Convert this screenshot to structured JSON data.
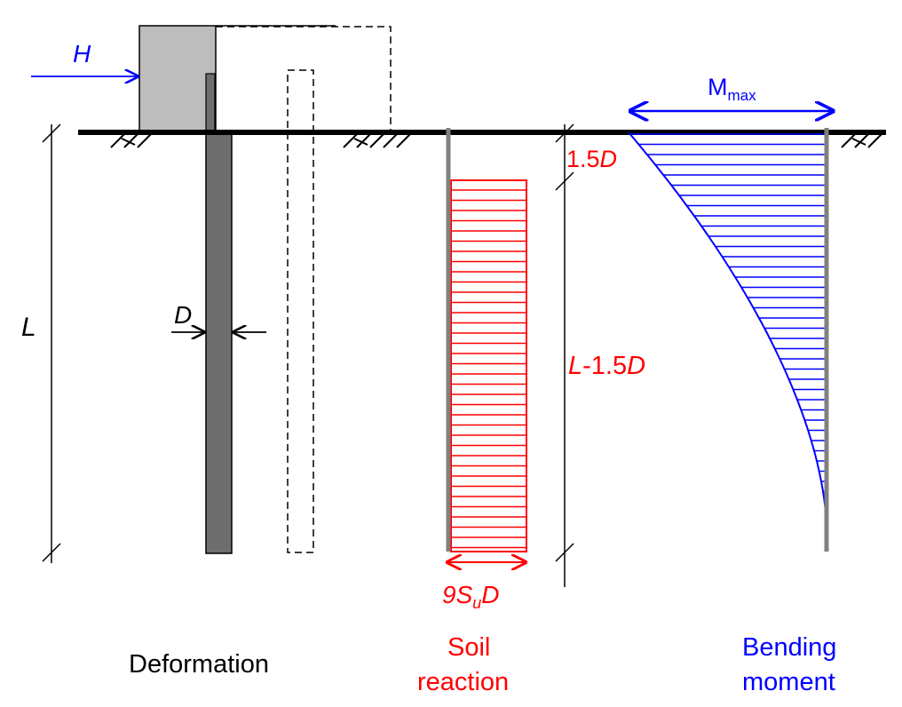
{
  "labels": {
    "force": "H",
    "length": "L",
    "diameter": "D",
    "top_zone": "1.5D",
    "lower_zone": "L-1.5D",
    "soil_pressure": "9SuD",
    "max_moment": "Mmax"
  },
  "label_parts": {
    "top_zone_num": "1.5",
    "top_zone_var": "D",
    "lower_zone_var": "L",
    "lower_zone_rest": "-1.5",
    "lower_zone_var2": "D",
    "pressure_num": "9",
    "pressure_var": "S",
    "pressure_sub": "u",
    "pressure_var2": "D",
    "moment_var": "M",
    "moment_sub": "max"
  },
  "captions": {
    "deformation": "Deformation",
    "soil_reaction": [
      "Soil",
      "reaction"
    ],
    "bending_moment": [
      "Bending",
      "moment"
    ]
  },
  "colors": {
    "pile": "#6e6e6e",
    "pile_cap": "#bdbdbd",
    "ground": "#000000",
    "force": "#0000ff",
    "soil_reaction": "#ff0000",
    "bending_moment": "#0000ff",
    "thin_pile": "#808080"
  }
}
